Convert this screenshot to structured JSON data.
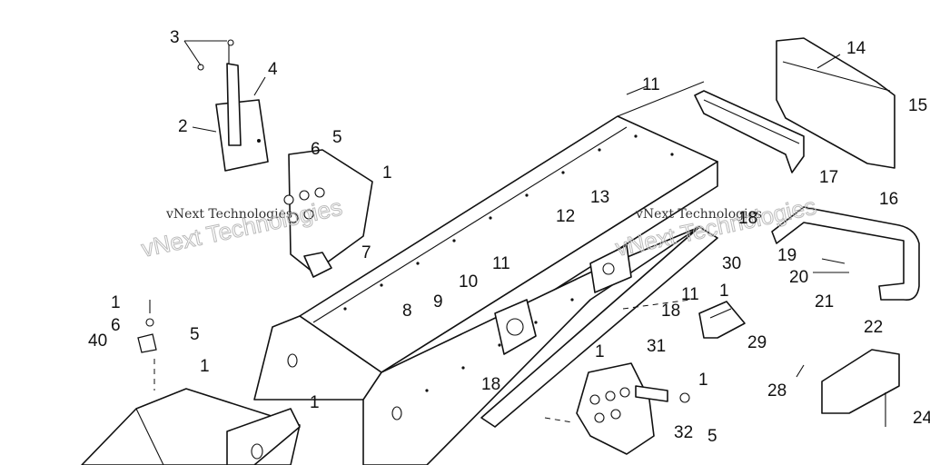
{
  "diagram": {
    "callouts": {
      "c1": "1",
      "c1b": "1",
      "c1c": "1",
      "c1d": "1",
      "c1e": "1",
      "c1f": "1",
      "c1g": "1",
      "c2": "2",
      "c3": "3",
      "c4": "4",
      "c5": "5",
      "c5b": "5",
      "c5c": "5",
      "c6": "6",
      "c6b": "6",
      "c7": "7",
      "c8": "8",
      "c9": "9",
      "c10": "10",
      "c11": "11",
      "c11b": "11",
      "c11c": "11",
      "c12": "12",
      "c13": "13",
      "c14": "14",
      "c15": "15",
      "c16": "16",
      "c17": "17",
      "c18": "18",
      "c18b": "18",
      "c18c": "18",
      "c19": "19",
      "c20": "20",
      "c21": "21",
      "c22": "22",
      "c24": "24",
      "c28": "28",
      "c29": "29",
      "c30": "30",
      "c31": "31",
      "c32": "32",
      "c40": "40"
    },
    "watermark_text": "vNext Technologies",
    "watermark_logo": "vNext Technologies"
  }
}
